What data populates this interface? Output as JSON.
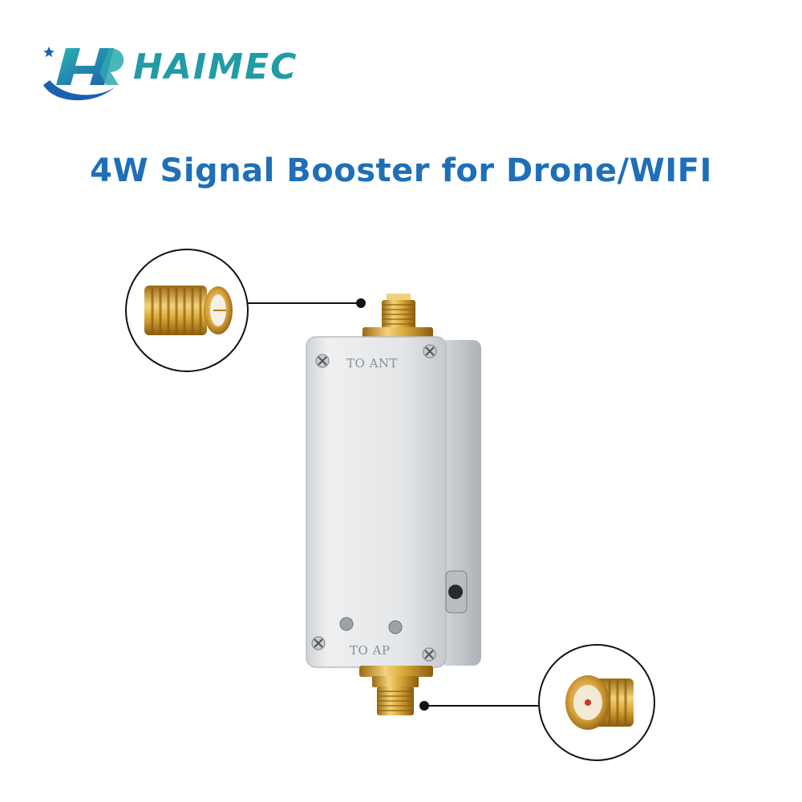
{
  "logo": {
    "brand": "HAIMEC"
  },
  "headline": "4W Signal Booster for Drone/WIFI",
  "device": {
    "top_label": "TO ANT",
    "bottom_label": "TO AP"
  },
  "colors": {
    "brand_teal": "#1f9ca5",
    "brand_blue": "#1e6fb8",
    "gold": "#d9a93a",
    "housing": "#e6e8ea"
  },
  "icons": [
    "logo-mark-icon",
    "star-icon",
    "sma-connector-icon"
  ]
}
